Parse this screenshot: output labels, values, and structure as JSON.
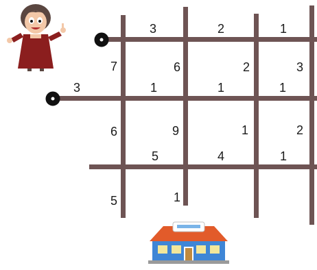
{
  "puzzle": {
    "numbers": [
      "3",
      "2",
      "1",
      "7",
      "6",
      "2",
      "3",
      "3",
      "1",
      "1",
      "1",
      "6",
      "9",
      "1",
      "2",
      "5",
      "4",
      "1",
      "5",
      "1"
    ]
  },
  "characters": {
    "girl": "teacher-girl",
    "school": "school-building"
  },
  "colors": {
    "road": "#6e5454",
    "dot": "#111111",
    "dress": "#8b1e1e",
    "roof": "#e25b2a",
    "building": "#3f86d6"
  }
}
